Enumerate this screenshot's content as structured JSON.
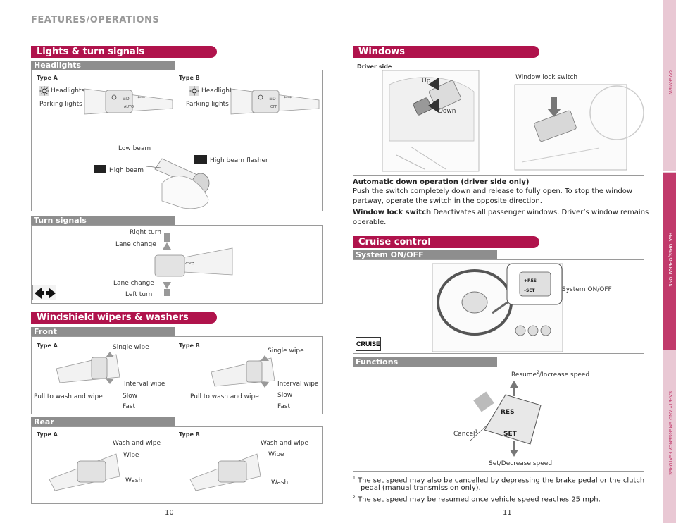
{
  "page_header": "FEATURES/OPERATIONS",
  "colors": {
    "pill": "#b0134c",
    "bar": "#8e8e8e",
    "tab": "#c13a6b",
    "tab_bg": "#e9c8d4"
  },
  "lights": {
    "title": "Lights & turn signals",
    "headlights_bar": "Headlights",
    "type_a": "Type A",
    "type_b": "Type B",
    "headlights": "Headlights",
    "parking_lights": "Parking lights",
    "low_beam": "Low beam",
    "high_beam": "High beam",
    "high_beam_flasher": "High beam flasher",
    "turn_bar": "Turn signals",
    "right_turn": "Right turn",
    "lane_change_up": "Lane change",
    "lane_change_down": "Lane change",
    "left_turn": "Left turn"
  },
  "wipers": {
    "title": "Windshield wipers & washers",
    "front_bar": "Front",
    "type_a": "Type A",
    "type_b": "Type B",
    "single_wipe": "Single wipe",
    "interval_wipe": "Interval wipe",
    "pull_to_wash": "Pull to wash and wipe",
    "slow": "Slow",
    "fast": "Fast",
    "rear_bar": "Rear",
    "wash_and_wipe": "Wash and wipe",
    "wipe": "Wipe",
    "wash": "Wash"
  },
  "windows": {
    "title": "Windows",
    "driver_side": "Driver side",
    "up": "Up",
    "down": "Down",
    "lock_switch": "Window lock switch",
    "auto_title": "Automatic down operation (driver side only)",
    "auto_text1": "Push the switch completely down and release to fully open. To stop the window",
    "auto_text2": "partway, operate the switch in the opposite direction.",
    "lock_bold": "Window lock switch",
    "lock_text1": " Deactivates all passenger windows. Driver’s window remains",
    "lock_text2": "operable."
  },
  "cruise": {
    "title": "Cruise control",
    "onoff_bar": "System ON/OFF",
    "onoff_label": "System ON/OFF",
    "cruise_badge": "CRUISE",
    "functions_bar": "Functions",
    "resume": "Resume",
    "resume_sup": "2",
    "resume_rest": "/Increase speed",
    "cancel": "Cancel",
    "cancel_sup": "1",
    "set": "Set/Decrease speed",
    "res_btn": "RES",
    "set_btn": "SET",
    "note1_sup": "1",
    "note1_a": "The set speed may also be cancelled by depressing the brake pedal or the clutch",
    "note1_b": "pedal (manual transmission only).",
    "note2_sup": "2",
    "note2": "The set speed may be resumed once vehicle speed reaches 25 mph."
  },
  "side_tabs": {
    "overview": "OVERVIEW",
    "features": "FEATURES/OPERATIONS",
    "safety": "SAFETY AND EMERGENCY FEATURES"
  },
  "page_numbers": {
    "left": "10",
    "right": "11"
  }
}
